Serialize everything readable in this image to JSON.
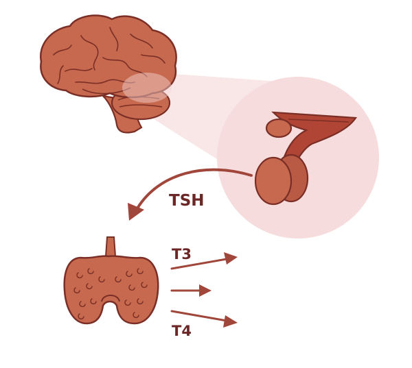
{
  "labels": {
    "tsh": "TSH",
    "t3": "T3",
    "t4": "T4"
  },
  "colors": {
    "organ_fill": "#c6694f",
    "organ_outline": "#7a2e25",
    "organ_dark": "#a54a37",
    "label": "#6b2626",
    "arrow": "#a0463a",
    "zoom_circle": "#f6dcdc",
    "zoom_beam": "#f8e2e2"
  },
  "icons": {
    "brain": "brain-icon",
    "pituitary": "pituitary-gland-icon",
    "thyroid": "thyroid-gland-icon"
  }
}
